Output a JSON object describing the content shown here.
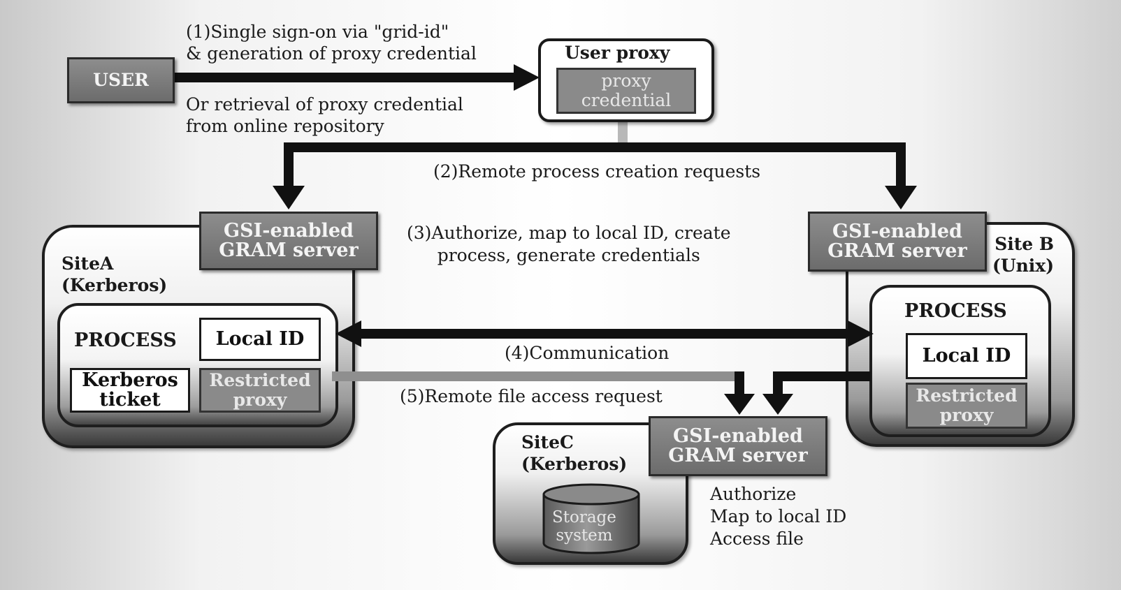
{
  "user_label": "USER",
  "step1_label": "(1)Single sign-on via \"grid-id\"\n& generation of proxy credential",
  "step1_alt_label": "Or retrieval of proxy credential\nfrom online repository",
  "user_proxy": {
    "title": "User proxy",
    "credential": "proxy\ncredential"
  },
  "step2_label": "(2)Remote process creation requests",
  "step3_label": "(3)Authorize, map to local ID, create\nprocess, generate credentials",
  "step4_label": "(4)Communication",
  "step5_label": "(5)Remote file access request",
  "site_a": {
    "name": "SiteA\n(Kerberos)",
    "gram": "GSI-enabled\nGRAM server",
    "process": "PROCESS",
    "local_id": "Local ID",
    "ticket": "Kerberos\nticket",
    "restricted": "Restricted\nproxy"
  },
  "site_b": {
    "name": "Site B\n(Unix)",
    "gram": "GSI-enabled\nGRAM server",
    "process": "PROCESS",
    "local_id": "Local ID",
    "restricted": "Restricted\nproxy"
  },
  "site_c": {
    "name": "SiteC\n(Kerberos)",
    "gram": "GSI-enabled\nGRAM server",
    "storage": "Storage\nsystem",
    "actions": "Authorize\nMap to local ID\nAccess file"
  }
}
